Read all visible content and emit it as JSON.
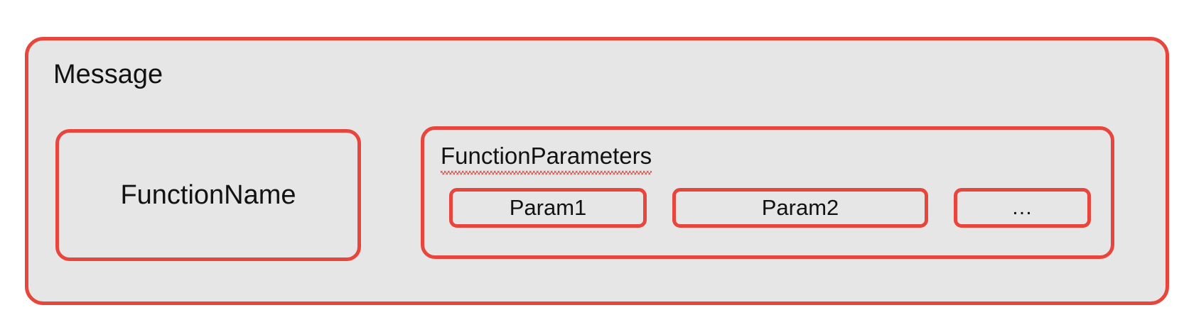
{
  "colors": {
    "accent": "#e8453c",
    "box_fill": "#e6e6e6",
    "text": "#121212",
    "canvas": "#ffffff"
  },
  "diagram": {
    "type": "nested-boxes",
    "message": {
      "title": "Message",
      "children": [
        {
          "name": "FunctionName",
          "label": "FunctionName"
        },
        {
          "name": "FunctionParameters",
          "label": "FunctionParameters",
          "spellcheck_underline": true,
          "params": [
            {
              "label": "Param1"
            },
            {
              "label": "Param2"
            },
            {
              "label": "…"
            }
          ]
        }
      ]
    }
  }
}
